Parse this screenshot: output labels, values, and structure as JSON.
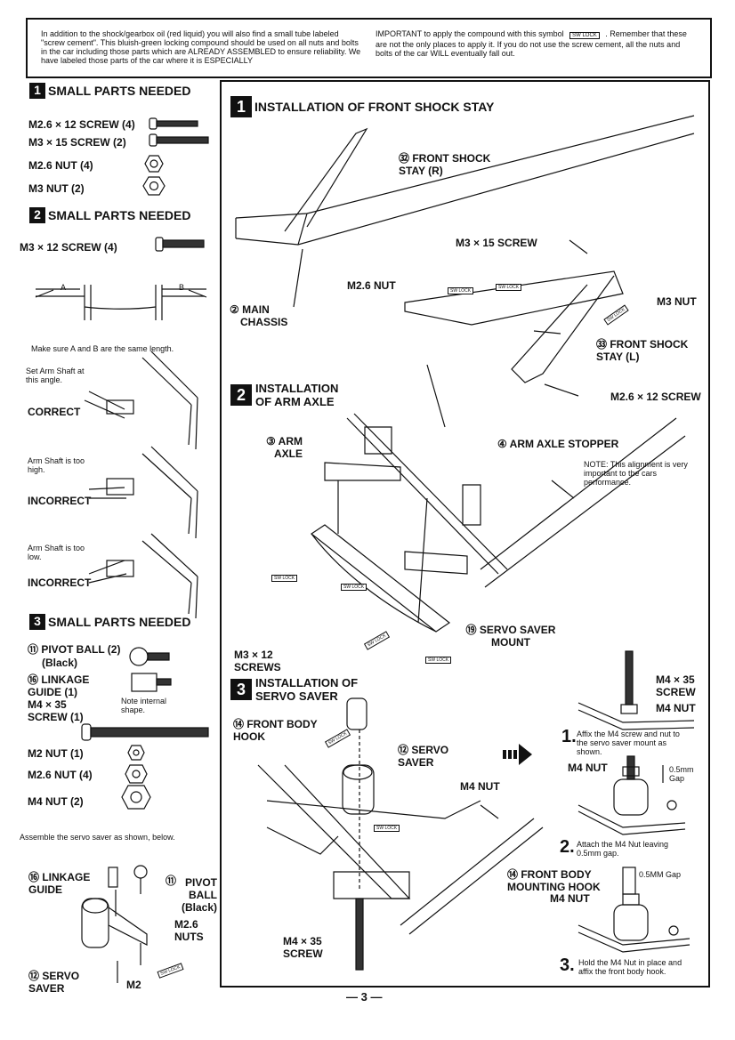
{
  "intro": {
    "left_text": "In addition to the shock/gearbox oil (red liquid) you will also find a small tube labeled \"screw cement\". This bluish-green locking compound should be used on all nuts and bolts in the car including those parts which are ALREADY ASSEMBLED to ensure reliability. We have labeled those parts of the car where it is ESPECIALLY",
    "right_text_a": "IMPORTANT to apply the compound with this symbol",
    "right_symbol": "SW LOCK",
    "right_text_b": ". Remember that these are not the only places to apply it. If you do not use the screw cement, all the nuts and bolts of the car WILL eventually fall out."
  },
  "left": {
    "s1": {
      "num": "1",
      "title": "SMALL PARTS NEEDED",
      "items": [
        "M2.6 × 12 SCREW (4)",
        "M3 × 15 SCREW (2)",
        "M2.6 NUT (4)",
        "M3 NUT (2)"
      ]
    },
    "s2": {
      "num": "2",
      "title": "SMALL PARTS NEEDED",
      "items": [
        "M3 × 12 SCREW (4)"
      ],
      "dim_a": "A",
      "dim_b": "B",
      "same_length": "Make sure A and B are the same length.",
      "set_arm": "Set Arm Shaft at this angle.",
      "correct": "CORRECT",
      "too_high": "Arm Shaft is too high.",
      "incorrect1": "INCORRECT",
      "too_low": "Arm Shaft is too low.",
      "incorrect2": "INCORRECT"
    },
    "s3": {
      "num": "3",
      "title": "SMALL PARTS NEEDED",
      "pivot": "⑪ PIVOT BALL (2)",
      "pivot_sub": "(Black)",
      "linkage": "⑯ LINKAGE GUIDE (1)",
      "note_internal": "Note internal shape.",
      "m4": "M4 × 35 SCREW (1)",
      "nuts": [
        "M2 NUT (1)",
        "M2.6 NUT (4)",
        "M4 NUT (2)"
      ],
      "assemble": "Assemble the servo saver as shown, below.",
      "d_linkage": "⑯ LINKAGE GUIDE",
      "d_pivot_num": "⑪",
      "d_pivot": "PIVOT BALL (Black)",
      "d_m26": "M2.6 NUTS",
      "d_servo": "⑫ SERVO SAVER",
      "d_m2": "M2"
    }
  },
  "right": {
    "s1": {
      "num": "1",
      "title": "INSTALLATION OF FRONT SHOCK STAY",
      "fss_r": "㉜ FRONT SHOCK STAY (R)",
      "main": "② MAIN",
      "chassis": "CHASSIS",
      "m3x15": "M3 × 15 SCREW",
      "m26nut": "M2.6 NUT",
      "m3nut": "M3 NUT",
      "fss_l": "㉝ FRONT SHOCK STAY (L)",
      "m26x12": "M2.6 × 12 SCREW"
    },
    "s2": {
      "num": "2",
      "title_a": "INSTALLATION",
      "title_b": "OF ARM AXLE",
      "arm_axle": "③ ARM AXLE",
      "stopper": "④ ARM AXLE STOPPER",
      "note": "NOTE: This alignment is very important to the cars performance.",
      "servo_mount": "⑲ SERVO SAVER MOUNT",
      "m3x12": "M3 × 12 SCREWS"
    },
    "s3": {
      "num": "3",
      "title_a": "INSTALLATION OF",
      "title_b": "SERVO SAVER",
      "fbh": "⑭ FRONT BODY HOOK",
      "servo": "⑫ SERVO SAVER",
      "m4nut": "M4 NUT",
      "m4x35": "M4 × 35 SCREW",
      "r_m4x35": "M4 × 35 SCREW",
      "r_m4nut": "M4 NUT",
      "step1_num": "1.",
      "step1": "Affix the M4 screw and nut to the servo saver mount as shown.",
      "m4nut2": "M4 NUT",
      "gap": "0.5mm Gap",
      "step2_num": "2.",
      "step2": "Attach the M4 Nut leaving 0.5mm gap.",
      "fbmh": "⑭ FRONT BODY MOUNTING HOOK",
      "gap2": "0.5MM Gap",
      "m4nut3": "M4 NUT",
      "step3_num": "3.",
      "step3": "Hold the M4 Nut in place and affix the front body hook."
    }
  },
  "page_number": "— 3 —"
}
